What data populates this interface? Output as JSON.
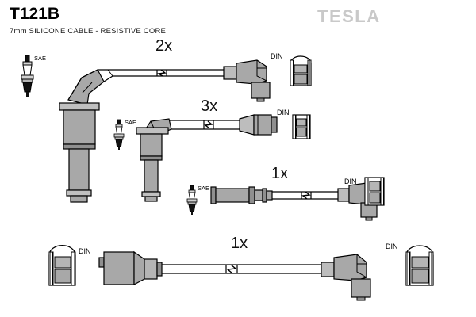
{
  "header": {
    "part_number": "T121B",
    "description": "7mm SILICONE CABLE - RESISTIVE CORE",
    "brand": "TESLA",
    "brand_color": "#c9c9c9"
  },
  "colors": {
    "background": "#ffffff",
    "outline": "#000000",
    "boot_fill": "#a8a8a8",
    "boot_fill_light": "#c0c0c0",
    "boot_fill_dark": "#8f8f8f",
    "cable_fill": "#ffffff",
    "plug_metal": "#d6d6d6"
  },
  "assemblies": [
    {
      "id": "assembly-2x",
      "quantity_label": "2x",
      "plug_end_label": "SAE",
      "coil_end_label": "DIN",
      "break_symbol": true
    },
    {
      "id": "assembly-3x",
      "quantity_label": "3x",
      "plug_end_label": "SAE",
      "coil_end_label": "DIN",
      "break_symbol": true
    },
    {
      "id": "assembly-1x-mid",
      "quantity_label": "1x",
      "plug_end_label": "SAE",
      "coil_end_label": "DIN",
      "break_symbol": true
    },
    {
      "id": "assembly-1x-bottom",
      "quantity_label": "1x",
      "plug_end_label": "DIN",
      "coil_end_label": "DIN",
      "break_symbol": true
    }
  ]
}
